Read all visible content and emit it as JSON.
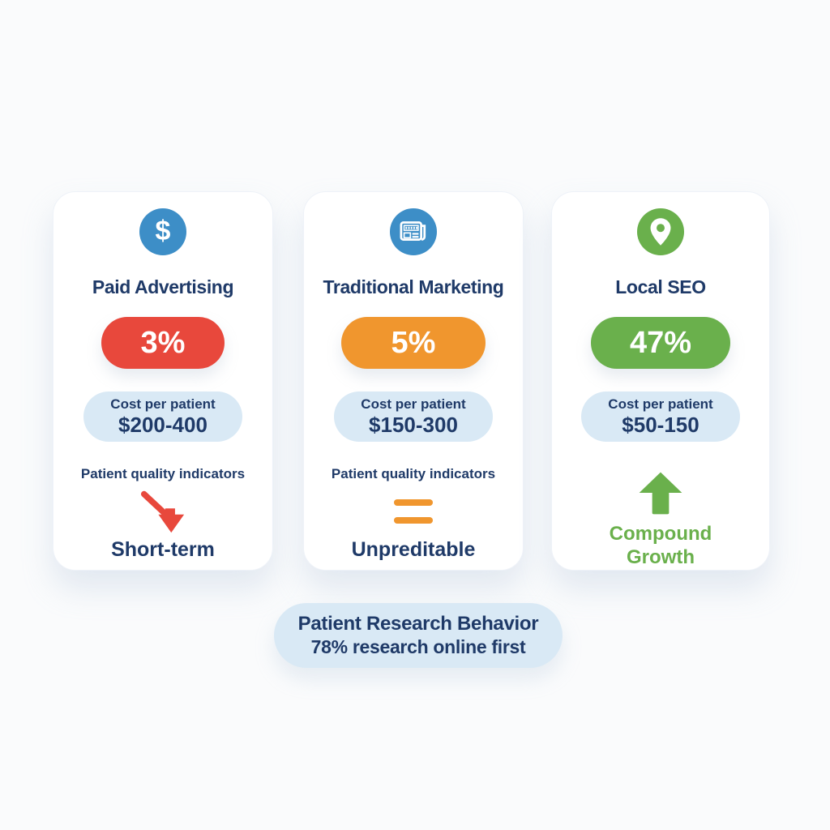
{
  "colors": {
    "page_background": "#FAFBFC",
    "card_background": "#FFFFFF",
    "navy": "#1F3A68",
    "light_blue": "#D9E9F5",
    "blue": "#3D8EC7",
    "red": "#E8483C",
    "orange": "#F0962E",
    "green": "#6AB04C"
  },
  "cards": [
    {
      "title": "Paid Advertising",
      "icon": "dollar-icon",
      "icon_glyph": "$",
      "icon_color": "#3D8EC7",
      "rate": "3%",
      "rate_color": "#E8483C",
      "cost_label": "Cost per patient",
      "cost_value": "$200-400",
      "quality_label": "Patient quality indicators",
      "indicator": "arrow-down-right",
      "indicator_color": "#E8483C",
      "outcome": "Short-term",
      "outcome_color": "#1F3A68"
    },
    {
      "title": "Traditional Marketing",
      "icon": "newspaper-icon",
      "icon_color": "#3D8EC7",
      "rate": "5%",
      "rate_color": "#F0962E",
      "cost_label": "Cost per patient",
      "cost_value": "$150-300",
      "quality_label": "Patient quality indicators",
      "indicator": "equals-bars",
      "indicator_color": "#F0962E",
      "outcome": "Unpreditable",
      "outcome_color": "#1F3A68"
    },
    {
      "title": "Local SEO",
      "icon": "location-pin-icon",
      "icon_color": "#6AB04C",
      "rate": "47%",
      "rate_color": "#6AB04C",
      "cost_label": "Cost per patient",
      "cost_value": "$50-150",
      "indicator": "arrow-up",
      "indicator_color": "#6AB04C",
      "outcome": "Compound Growth",
      "outcome_color": "#6AB04C"
    }
  ],
  "banner": {
    "title": "Patient Research Behavior",
    "subtitle": "78% research online first"
  }
}
